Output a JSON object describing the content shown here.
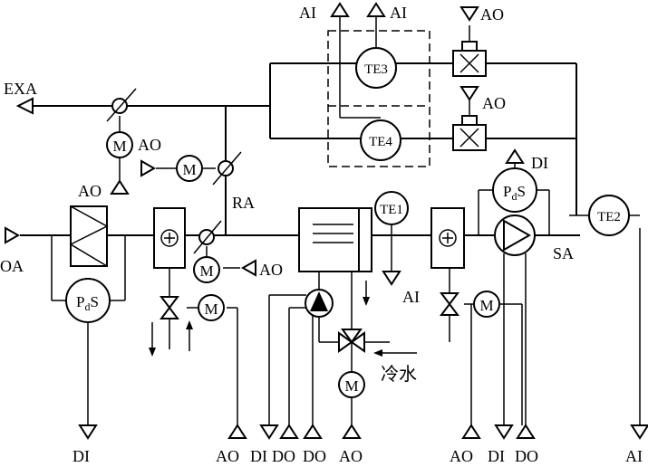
{
  "labels": {
    "exa": "EXA",
    "oa": "OA",
    "ra": "RA",
    "sa": "SA",
    "cold_water": "冷水",
    "ai": "AI",
    "ao": "AO",
    "di": "DI",
    "do": "DO",
    "motor": "M",
    "te1": "TE1",
    "te2": "TE2",
    "te3": "TE3",
    "te4": "TE4",
    "pds_p": "P",
    "pds_d": "d",
    "pds_s": "S"
  },
  "colors": {
    "line": "#000000",
    "background": "#ffffff"
  }
}
